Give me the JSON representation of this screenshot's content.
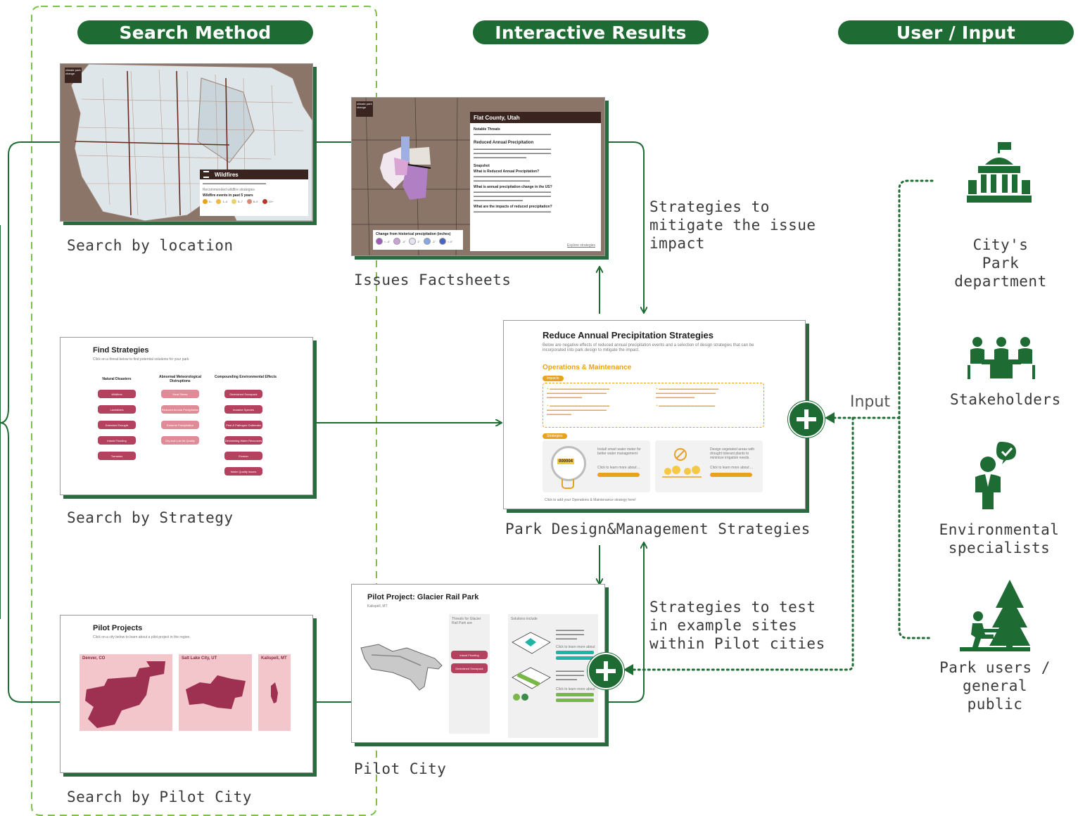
{
  "headers": {
    "search_method": "Search Method",
    "interactive_results": "Interactive Results",
    "user_input": "User / Input"
  },
  "captions": {
    "search_by_location": "Search by location",
    "search_by_strategy": "Search by Strategy",
    "search_by_pilot_city": "Search by Pilot City",
    "issues_factsheets": "Issues Factsheets",
    "park_design": "Park Design&Management Strategies",
    "pilot_city": "Pilot City"
  },
  "labels": {
    "strategies_mitigate": [
      "Strategies to",
      "mitigate the issue",
      "impact"
    ],
    "strategies_test": [
      "Strategies to test",
      "in example sites",
      "within Pilot cities"
    ],
    "input": "Input"
  },
  "users": {
    "city_park": [
      "City's Park",
      "department"
    ],
    "stakeholders": "Stakeholders",
    "env_specialists": [
      "Environmental",
      "specialists"
    ],
    "park_users": [
      "Park users /",
      "general public"
    ]
  },
  "map_location": {
    "logo": "climate park change",
    "legend_title": "Wildfires",
    "legend_sub": "Wildfire events in past 5 years",
    "legend_link": "Recommended wildfire strategies",
    "legend_bins": [
      "0–",
      "1–4",
      "5–7",
      "8–9",
      "10+"
    ]
  },
  "factsheet": {
    "logo": "climate park change",
    "county": "Flat County, Utah",
    "notable_threats": "Notable Threats",
    "section": "Reduced Annual Precipitation",
    "snapshot": "Snapshot",
    "q1": "What is Reduced Annual Precipitation?",
    "q2": "What is annual precipitation change in the US?",
    "q3": "What are the impacts of reduced precipitation?",
    "legend_title": "Change from historical precipitation (inches)",
    "legend_bins": [
      "< -4\"",
      "-4\"",
      "1\"",
      "-1\"",
      "< 4\""
    ],
    "link": "Explore strategies"
  },
  "find_strategies": {
    "title": "Find Strategies",
    "subtitle": "Click on a threat below to find potential solutions for your park",
    "col1": "Natural Disasters",
    "col2": "Abnormal Meteorological Distruptions",
    "col3": "Compounding Environmental Effects",
    "col1_items": [
      "Wildfires",
      "Landslides",
      "Extended Drought",
      "Inland Flooding",
      "Tornados"
    ],
    "col2_items": [
      "Heat Stress",
      "Reduced Annual Precipitation",
      "Extreme Precipitation",
      "Dry and Low Air Quality"
    ],
    "col3_items": [
      "Diminished Snowpack",
      "Invasive Species",
      "Pest & Pathogen Outbreaks",
      "Diminishing Water Resources",
      "Erosion",
      "Water Quality Issues"
    ]
  },
  "pilot_projects": {
    "title": "Pilot Projects",
    "subtitle": "Click on a city below to learn about a pilot project in the region.",
    "cities": [
      "Denver, CO",
      "Salt Lake City, UT",
      "Kalispell, MT"
    ]
  },
  "reduce_strategies": {
    "title": "Reduce Annual Precipitation Strategies",
    "intro": "Below are negative effects of reduced annual precipitation events and a selection of design strategies that can be incorporated into park design to mitigate the impact.",
    "section": "Operations & Maintenance",
    "impacts_tag": "Impacts",
    "strategies_tag": "Strategies",
    "card1": "Install smart water meter for better water management",
    "card2": "Design vegetated areas with drought tolerant plants to minimize irrigation needs.",
    "meter_reading": "000004",
    "learn_more": "Click to learn more about ...",
    "footer": "Click to add your Operations & Maintenance strategy here!"
  },
  "glacier": {
    "title": "Pilot Project: Glacier Rail Park",
    "subtitle": "Kalispell, MT",
    "threats_label": "Threats for Glacier Rail Park are",
    "solutions_label": "Solutions include",
    "threat1": "Inland Flooding",
    "threat2": "Diminished Snowpack",
    "learn_more": "Click to learn more about"
  },
  "colors": {
    "brand_green": "#1f6b34",
    "map_brown": "#8a7568",
    "threat_pink": "#b4415d",
    "accent_orange": "#e8a21b"
  }
}
